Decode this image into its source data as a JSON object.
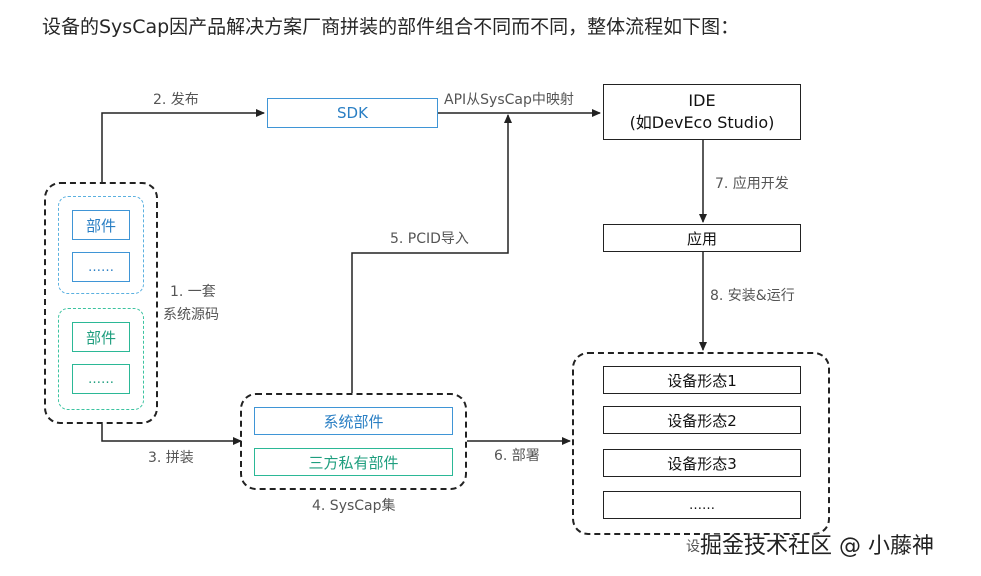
{
  "intro": "设备的SysCap因产品解决方案厂商拼装的部件组合不同而不同，整体流程如下图：",
  "nodes": {
    "sdk": "SDK",
    "ide_line1": "IDE",
    "ide_line2": "(如DevEco Studio)",
    "app": "应用",
    "component_blue": "部件",
    "ellipsis_blue": "……",
    "component_green": "部件",
    "ellipsis_green": "……",
    "system_components": "系统部件",
    "third_party_components": "三方私有部件",
    "device_forms": [
      "设备形态1",
      "设备形态2",
      "设备形态3",
      "……"
    ]
  },
  "labels": {
    "step1_line1": "1. 一套",
    "step1_line2": "系统源码",
    "step2": "2. 发布",
    "step3": "3. 拼装",
    "step4": "4. SysCap集",
    "step5": "5. PCID导入",
    "step6": "6. 部署",
    "step7": "7. 应用开发",
    "step8": "8. 安装&运行",
    "api_mapping": "API从SysCap中映射",
    "partial_label": "设"
  },
  "watermark": "掘金技术社区 @ 小藤神",
  "colors": {
    "blue": "#3f95d6",
    "green": "#2bb896",
    "line": "#222222"
  }
}
